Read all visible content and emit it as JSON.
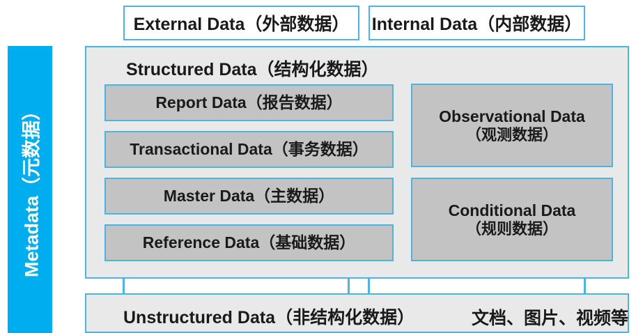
{
  "diagram": {
    "sidebar": {
      "label": "Metadata（元数据）",
      "color": "#00AEEF"
    },
    "top_sources": [
      {
        "label": "External Data（外部数据）"
      },
      {
        "label": "Internal Data（内部数据）"
      }
    ],
    "structured": {
      "title": "Structured Data（结构化数据）",
      "left_items": [
        {
          "label": "Report Data（报告数据）"
        },
        {
          "label": "Transactional Data（事务数据）"
        },
        {
          "label": "Master Data（主数据）"
        },
        {
          "label": "Reference Data（基础数据）"
        }
      ],
      "right_items": [
        {
          "line1": "Observational Data",
          "line2": "（观测数据）"
        },
        {
          "line1": "Conditional Data",
          "line2": "（规则数据）"
        }
      ]
    },
    "unstructured": {
      "label": "Unstructured Data（非结构化数据）",
      "examples": "文档、图片、视频等"
    },
    "colors": {
      "accent_border": "#4FB3E0",
      "panel_fill": "#e9e9e9",
      "item_fill": "#c3c3c3",
      "sidebar_fill": "#00AEEF",
      "text": "#1a1a1a"
    }
  }
}
